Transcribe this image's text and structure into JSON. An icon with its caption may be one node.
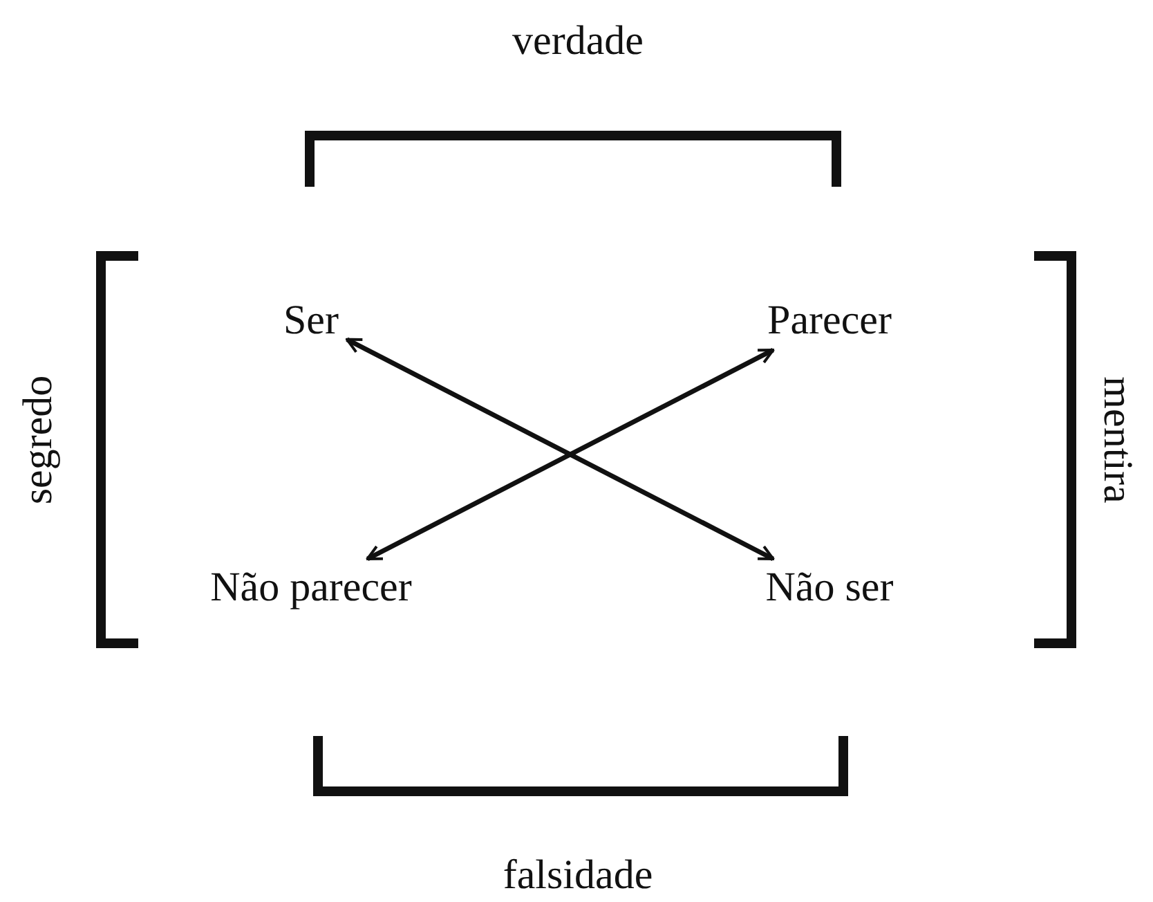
{
  "diagram": {
    "nodes": [
      {
        "text": [
          "Ser"
        ]
      },
      {
        "text": [
          "Parecer"
        ]
      },
      {
        "text": [
          "Não parecer"
        ]
      },
      {
        "text": [
          "Não ser"
        ]
      }
    ],
    "edges": [
      {
        "from": 0,
        "to": 3,
        "arrow": "both"
      },
      {
        "from": 1,
        "to": 2,
        "arrow": "both"
      }
    ],
    "labels": [
      "verdade",
      "segredo",
      "mentira",
      "falsidade"
    ]
  }
}
